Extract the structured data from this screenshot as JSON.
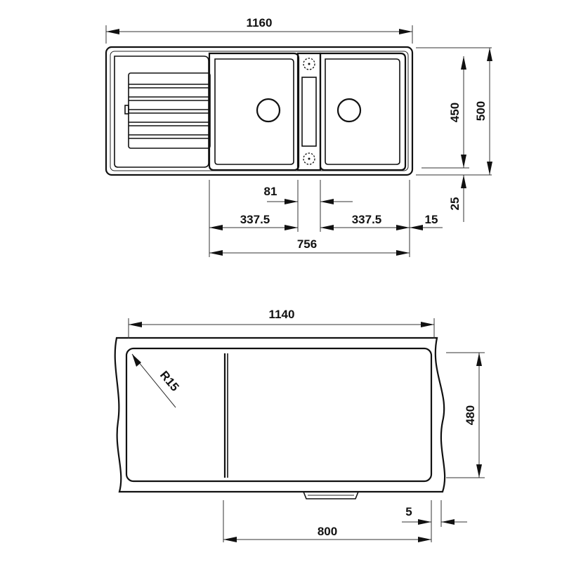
{
  "top_view": {
    "overall_width": "1160",
    "overall_height": "500",
    "bowl_height": "450",
    "bowl_offset": "25",
    "bridge_width": "81",
    "left_bowl_width": "337.5",
    "right_bowl_width": "337.5",
    "right_margin": "15",
    "bowls_total_width": "756"
  },
  "cutout_view": {
    "cutout_width": "1140",
    "cutout_height": "480",
    "corner_radius": "R15",
    "bowl_span": "800",
    "edge_offset": "5"
  }
}
